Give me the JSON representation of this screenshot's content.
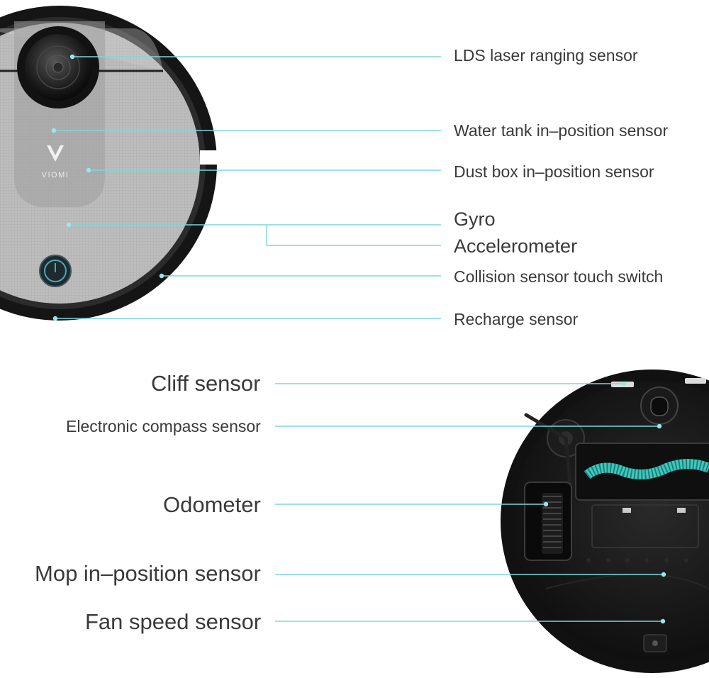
{
  "top_view": {
    "brand_text": "VIOMI",
    "callouts": [
      {
        "id": "lds",
        "label": "LDS laser ranging sensor"
      },
      {
        "id": "water-tank",
        "label": "Water tank in–position sensor"
      },
      {
        "id": "dust-box",
        "label": "Dust box in–position sensor"
      },
      {
        "id": "gyro",
        "label": "Gyro"
      },
      {
        "id": "accelerometer",
        "label": "Accelerometer"
      },
      {
        "id": "collision",
        "label": "Collision sensor touch switch"
      },
      {
        "id": "recharge",
        "label": "Recharge sensor"
      }
    ]
  },
  "bottom_view": {
    "callouts": [
      {
        "id": "cliff",
        "label": "Cliff sensor"
      },
      {
        "id": "compass",
        "label": "Electronic compass sensor"
      },
      {
        "id": "odometer",
        "label": "Odometer"
      },
      {
        "id": "mop",
        "label": "Mop in–position sensor"
      },
      {
        "id": "fan",
        "label": "Fan speed sensor"
      }
    ]
  },
  "colors": {
    "leader_line": "#7fd6dc",
    "text": "#3a3a3a",
    "robot_body": "#1a1a1a",
    "robot_top_panel": "#b8b8b8",
    "brush_accent": "#3ec9c0"
  }
}
